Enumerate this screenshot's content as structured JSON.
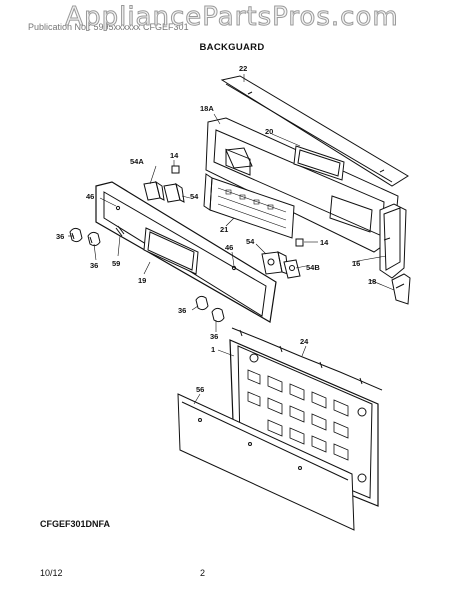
{
  "header": {
    "watermark": "AppliancePartsPros.com",
    "sub_header": "Publication No.: 5995xxxxxx   CFGEF301",
    "section_title": "BACKGUARD"
  },
  "model": "CFGEF301DNFA",
  "footer": {
    "date": "10/12",
    "page": "2"
  },
  "callouts": {
    "c22": "22",
    "c18a": "18A",
    "c20": "20",
    "c14a": "14",
    "c54a": "54A",
    "c46a": "46",
    "c54a2": "54",
    "c21": "21",
    "c36a": "36",
    "c36b": "36",
    "c59": "59",
    "c19": "19",
    "c46b": "46",
    "c54b": "54",
    "c14b": "14",
    "c54b2": "54B",
    "c16": "16",
    "c18": "18",
    "c36c": "36",
    "c36d": "36",
    "c24": "24",
    "c1": "1",
    "c56": "56"
  }
}
